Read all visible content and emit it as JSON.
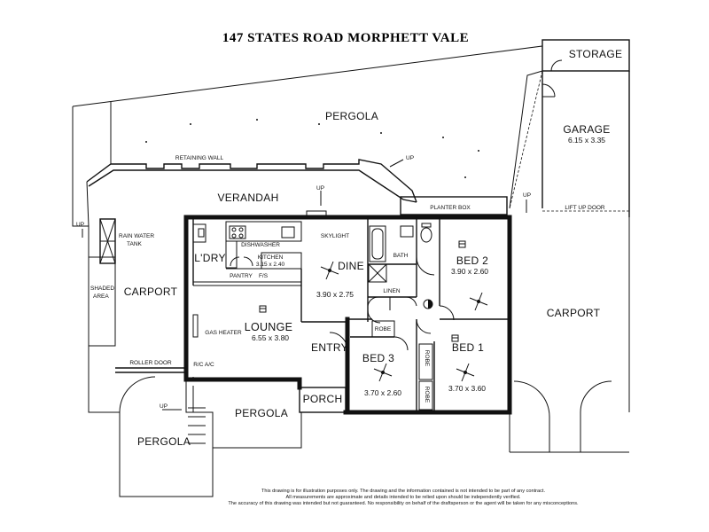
{
  "title": "147 STATES ROAD MORPHETT VALE",
  "labels": {
    "storage": "STORAGE",
    "garage": "GARAGE",
    "garage_dim": "6.15 x 3.35",
    "pergola_top": "PERGOLA",
    "retaining_wall": "RETAINING WALL",
    "verandah": "VERANDAH",
    "up_1": "UP",
    "up_2": "UP",
    "up_3": "UP",
    "up_4": "UP",
    "up_5": "UP",
    "planter_box": "PLANTER BOX",
    "lift_up_door": "LIFT UP DOOR",
    "rain_water_tank_1": "RAIN WATER",
    "rain_water_tank_2": "TANK",
    "shaded_area_1": "SHADED",
    "shaded_area_2": "AREA",
    "carport_left": "CARPORT",
    "carport_right": "CARPORT",
    "roller_door": "ROLLER DOOR",
    "laundry": "L'DRY",
    "dishwasher": "DISHWASHER",
    "kitchen": "KITCHEN",
    "kitchen_dim": "3.15 x 2.40",
    "pantry": "PANTRY",
    "fs": "F/S",
    "skylight": "SKYLIGHT",
    "dine": "DINE",
    "dine_dim": "3.90 x 2.75",
    "bath": "BATH",
    "linen": "LINEN",
    "bed2": "BED 2",
    "bed2_dim": "3.90 x 2.60",
    "gas_heater": "GAS HEATER",
    "lounge": "LOUNGE",
    "lounge_dim": "6.55 x 3.80",
    "rc_ac": "R/C A/C",
    "entry": "ENTRY",
    "robe_bed3": "ROBE",
    "bed3": "BED 3",
    "bed3_dim": "3.70 x 2.60",
    "robe_bed1_a": "ROBE",
    "robe_bed1_b": "ROBE",
    "bed1": "BED 1",
    "bed1_dim": "3.70 x 3.60",
    "pergola_mid": "PERGOLA",
    "porch": "PORCH",
    "pergola_bottom": "PERGOLA"
  },
  "disclaimer": [
    "This drawing is for illustration purposes only. The drawing and the information contained is not intended to be part of any contract.",
    "All measurements are approximate and details intended to be relied upon should be independently verified.",
    "The accuracy of this drawing was intended but not guaranteed. No responsibility on behalf of the draftsperson or the agent will be taken for any  misconceptions."
  ],
  "icons": {
    "ceiling_fan": "ceiling-fan-icon",
    "heater": "heater-icon",
    "light": "light-fixture-icon"
  }
}
